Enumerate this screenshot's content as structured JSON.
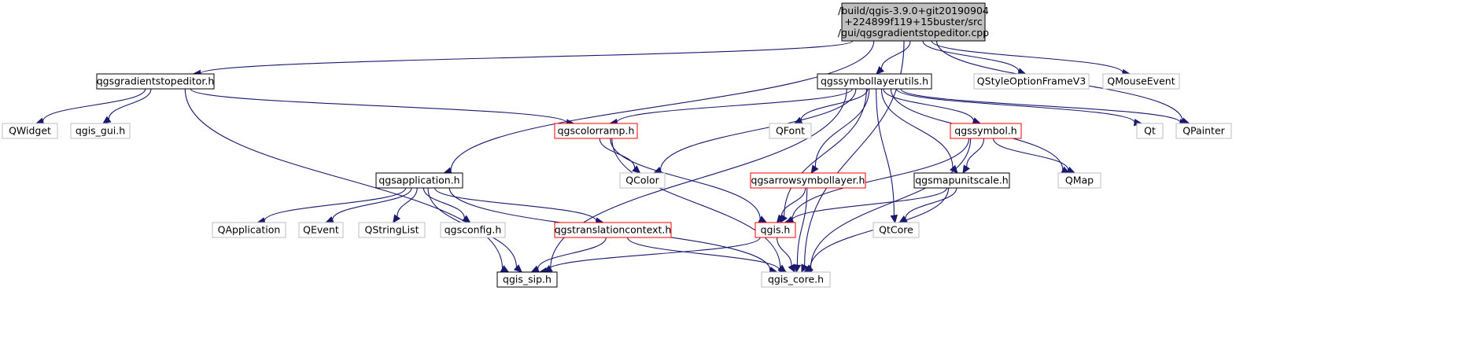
{
  "colors": {
    "edge": "#191970",
    "root_fill": "#bfbfbf",
    "root_stroke": "#000000",
    "black_stroke": "#000000",
    "red_stroke": "#ff0000",
    "gray_stroke": "#bfbfbf",
    "node_fill": "#ffffff"
  },
  "nodes": [
    {
      "id": "root",
      "style": "root",
      "lines": [
        "/build/qgis-3.9.0+git20190904",
        "+224899f119+15buster/src",
        "/gui/qgsgradientstopeditor.cpp"
      ]
    },
    {
      "id": "gradientstopeditor_h",
      "style": "black",
      "lines": [
        "qgsgradientstopeditor.h"
      ]
    },
    {
      "id": "symbollayerutils_h",
      "style": "black",
      "lines": [
        "qgssymbollayerutils.h"
      ]
    },
    {
      "id": "qstyleoptionframev3",
      "style": "gray",
      "lines": [
        "QStyleOptionFrameV3"
      ]
    },
    {
      "id": "qmouseevent",
      "style": "gray",
      "lines": [
        "QMouseEvent"
      ]
    },
    {
      "id": "qwidget",
      "style": "gray",
      "lines": [
        "QWidget"
      ]
    },
    {
      "id": "qgis_gui_h",
      "style": "gray",
      "lines": [
        "qgis_gui.h"
      ]
    },
    {
      "id": "colorramp_h",
      "style": "red",
      "lines": [
        "qgscolorramp.h"
      ]
    },
    {
      "id": "qfont",
      "style": "gray",
      "lines": [
        "QFont"
      ]
    },
    {
      "id": "symbol_h",
      "style": "red",
      "lines": [
        "qgssymbol.h"
      ]
    },
    {
      "id": "qt",
      "style": "gray",
      "lines": [
        "Qt"
      ]
    },
    {
      "id": "qpainter",
      "style": "gray",
      "lines": [
        "QPainter"
      ]
    },
    {
      "id": "qcolor",
      "style": "gray",
      "lines": [
        "QColor"
      ]
    },
    {
      "id": "application_h",
      "style": "black",
      "lines": [
        "qgsapplication.h"
      ]
    },
    {
      "id": "arrowsymbollayer_h",
      "style": "red",
      "lines": [
        "qgsarrowsymbollayer.h"
      ]
    },
    {
      "id": "mapunitscale_h",
      "style": "black",
      "lines": [
        "qgsmapunitscale.h"
      ]
    },
    {
      "id": "qmap",
      "style": "gray",
      "lines": [
        "QMap"
      ]
    },
    {
      "id": "qapplication",
      "style": "gray",
      "lines": [
        "QApplication"
      ]
    },
    {
      "id": "qevent",
      "style": "gray",
      "lines": [
        "QEvent"
      ]
    },
    {
      "id": "qstringlist",
      "style": "gray",
      "lines": [
        "QStringList"
      ]
    },
    {
      "id": "qgsconfig_h",
      "style": "gray",
      "lines": [
        "qgsconfig.h"
      ]
    },
    {
      "id": "translationcontext_h",
      "style": "red",
      "lines": [
        "qgstranslationcontext.h"
      ]
    },
    {
      "id": "qgis_h",
      "style": "red",
      "lines": [
        "qgis.h"
      ]
    },
    {
      "id": "qtcore",
      "style": "gray",
      "lines": [
        "QtCore"
      ]
    },
    {
      "id": "qgis_sip_h",
      "style": "black",
      "lines": [
        "qgis_sip.h"
      ]
    },
    {
      "id": "qgis_core_h",
      "style": "gray",
      "lines": [
        "qgis_core.h"
      ]
    }
  ],
  "edges": [
    [
      "root",
      "gradientstopeditor_h"
    ],
    [
      "root",
      "application_h"
    ],
    [
      "root",
      "symbollayerutils_h"
    ],
    [
      "root",
      "qstyleoptionframev3"
    ],
    [
      "root",
      "qmouseevent"
    ],
    [
      "root",
      "qpainter"
    ],
    [
      "root",
      "qgis_core_h"
    ],
    [
      "gradientstopeditor_h",
      "qwidget"
    ],
    [
      "gradientstopeditor_h",
      "qgis_gui_h"
    ],
    [
      "gradientstopeditor_h",
      "colorramp_h"
    ],
    [
      "gradientstopeditor_h",
      "qgis_sip_h"
    ],
    [
      "symbollayerutils_h",
      "colorramp_h"
    ],
    [
      "symbollayerutils_h",
      "qfont"
    ],
    [
      "symbollayerutils_h",
      "symbol_h"
    ],
    [
      "symbollayerutils_h",
      "qt"
    ],
    [
      "symbollayerutils_h",
      "qpainter"
    ],
    [
      "symbollayerutils_h",
      "qcolor"
    ],
    [
      "symbollayerutils_h",
      "arrowsymbollayer_h"
    ],
    [
      "symbollayerutils_h",
      "mapunitscale_h"
    ],
    [
      "symbollayerutils_h",
      "qmap"
    ],
    [
      "symbollayerutils_h",
      "qtcore"
    ],
    [
      "symbollayerutils_h",
      "qgis_h"
    ],
    [
      "symbollayerutils_h",
      "qgis_sip_h"
    ],
    [
      "colorramp_h",
      "qcolor"
    ],
    [
      "colorramp_h",
      "qgis_h"
    ],
    [
      "colorramp_h",
      "qgis_core_h"
    ],
    [
      "symbol_h",
      "qmap"
    ],
    [
      "symbol_h",
      "mapunitscale_h"
    ],
    [
      "symbol_h",
      "qgis_h"
    ],
    [
      "symbol_h",
      "qgis_core_h"
    ],
    [
      "application_h",
      "qapplication"
    ],
    [
      "application_h",
      "qevent"
    ],
    [
      "application_h",
      "qstringlist"
    ],
    [
      "application_h",
      "qgsconfig_h"
    ],
    [
      "application_h",
      "translationcontext_h"
    ],
    [
      "application_h",
      "qgis_sip_h"
    ],
    [
      "application_h",
      "qgis_core_h"
    ],
    [
      "arrowsymbollayer_h",
      "qgis_h"
    ],
    [
      "arrowsymbollayer_h",
      "qgis_core_h"
    ],
    [
      "mapunitscale_h",
      "qgis_h"
    ],
    [
      "mapunitscale_h",
      "qtcore"
    ],
    [
      "mapunitscale_h",
      "qgis_core_h"
    ],
    [
      "translationcontext_h",
      "qgis_sip_h"
    ],
    [
      "translationcontext_h",
      "qgis_core_h"
    ],
    [
      "qgis_h",
      "qgis_sip_h"
    ],
    [
      "qgis_h",
      "qgis_core_h"
    ]
  ]
}
